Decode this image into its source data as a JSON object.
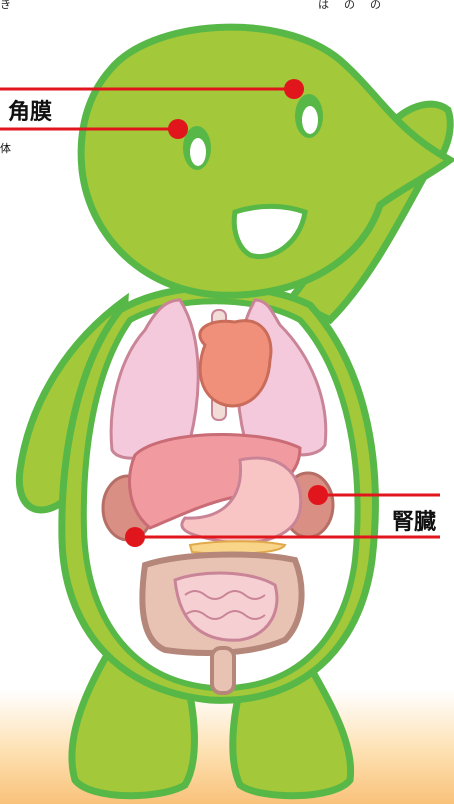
{
  "labels": {
    "cornea": "角膜",
    "cornea_sub": "体",
    "kidney": "腎臓",
    "top_left_fragment": "き",
    "top_right_fragment": "は　の　の"
  },
  "colors": {
    "body_fill": "#a3c83a",
    "body_outline": "#58b847",
    "marker_red": "#e0161c",
    "lung": "#f5c9dc",
    "heart": "#f0907a",
    "liver": "#f19aa0",
    "kidney": "#d98f83",
    "intestine": "#e8c3b4",
    "background_glow": "#f9c27a"
  },
  "icons": [
    "mascot-figure",
    "red-pointer-marker"
  ]
}
